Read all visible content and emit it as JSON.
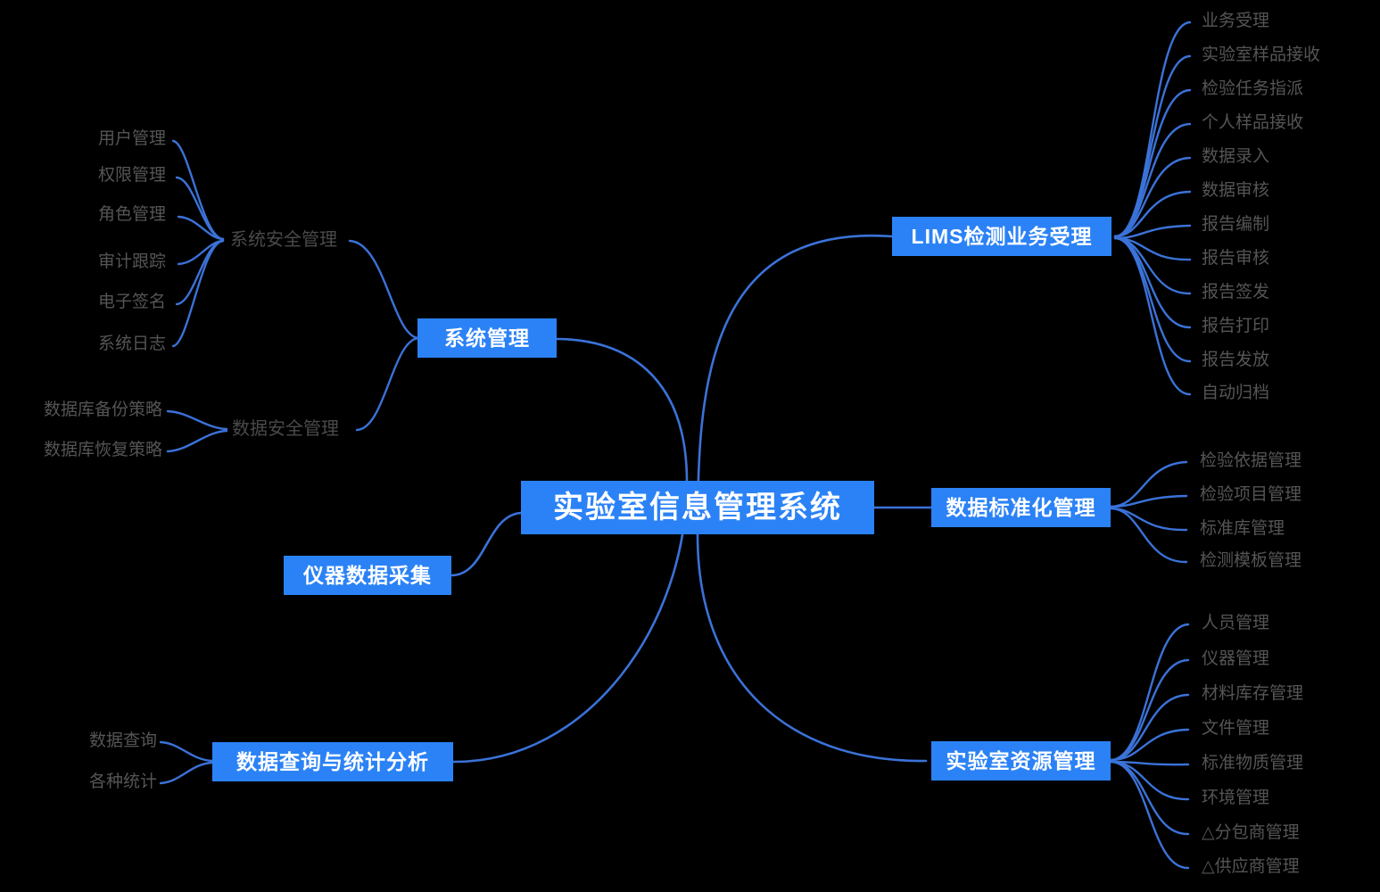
{
  "diagram": {
    "title": "实验室信息管理系统",
    "type": "mindmap",
    "colors": {
      "background": "#000000",
      "node_fill": "#2b82f6",
      "node_text": "#ffffff",
      "link_stroke": "#3b72d8",
      "leaf_text": "#555555",
      "mid_text": "#4a4a4a"
    }
  },
  "root": {
    "label": "实验室信息管理系统"
  },
  "branches": {
    "system_management": {
      "label": "系统管理",
      "children": [
        {
          "label": "系统安全管理",
          "style": "text",
          "leaves": [
            "用户管理",
            "权限管理",
            "角色管理",
            "审计跟踪",
            "电子签名",
            "系统日志"
          ]
        },
        {
          "label": "数据安全管理",
          "style": "text",
          "leaves": [
            "数据库备份策略",
            "数据库恢复策略"
          ]
        }
      ]
    },
    "instrument_data": {
      "label": "仪器数据采集",
      "children": []
    },
    "query_statistics": {
      "label": "数据查询与统计分析",
      "leaves": [
        "数据查询",
        "各种统计"
      ]
    },
    "lims_business": {
      "label": "LIMS检测业务受理",
      "leaves": [
        "业务受理",
        "实验室样品接收",
        "检验任务指派",
        "个人样品接收",
        "数据录入",
        "数据审核",
        "报告编制",
        "报告审核",
        "报告签发",
        "报告打印",
        "报告发放",
        "自动归档"
      ]
    },
    "data_standardization": {
      "label": "数据标准化管理",
      "leaves": [
        "检验依据管理",
        "检验项目管理",
        "标准库管理",
        "检测模板管理"
      ]
    },
    "lab_resources": {
      "label": "实验室资源管理",
      "leaves": [
        "人员管理",
        "仪器管理",
        "材料库存管理",
        "文件管理",
        "标准物质管理",
        "环境管理",
        "△分包商管理",
        "△供应商管理"
      ]
    }
  }
}
